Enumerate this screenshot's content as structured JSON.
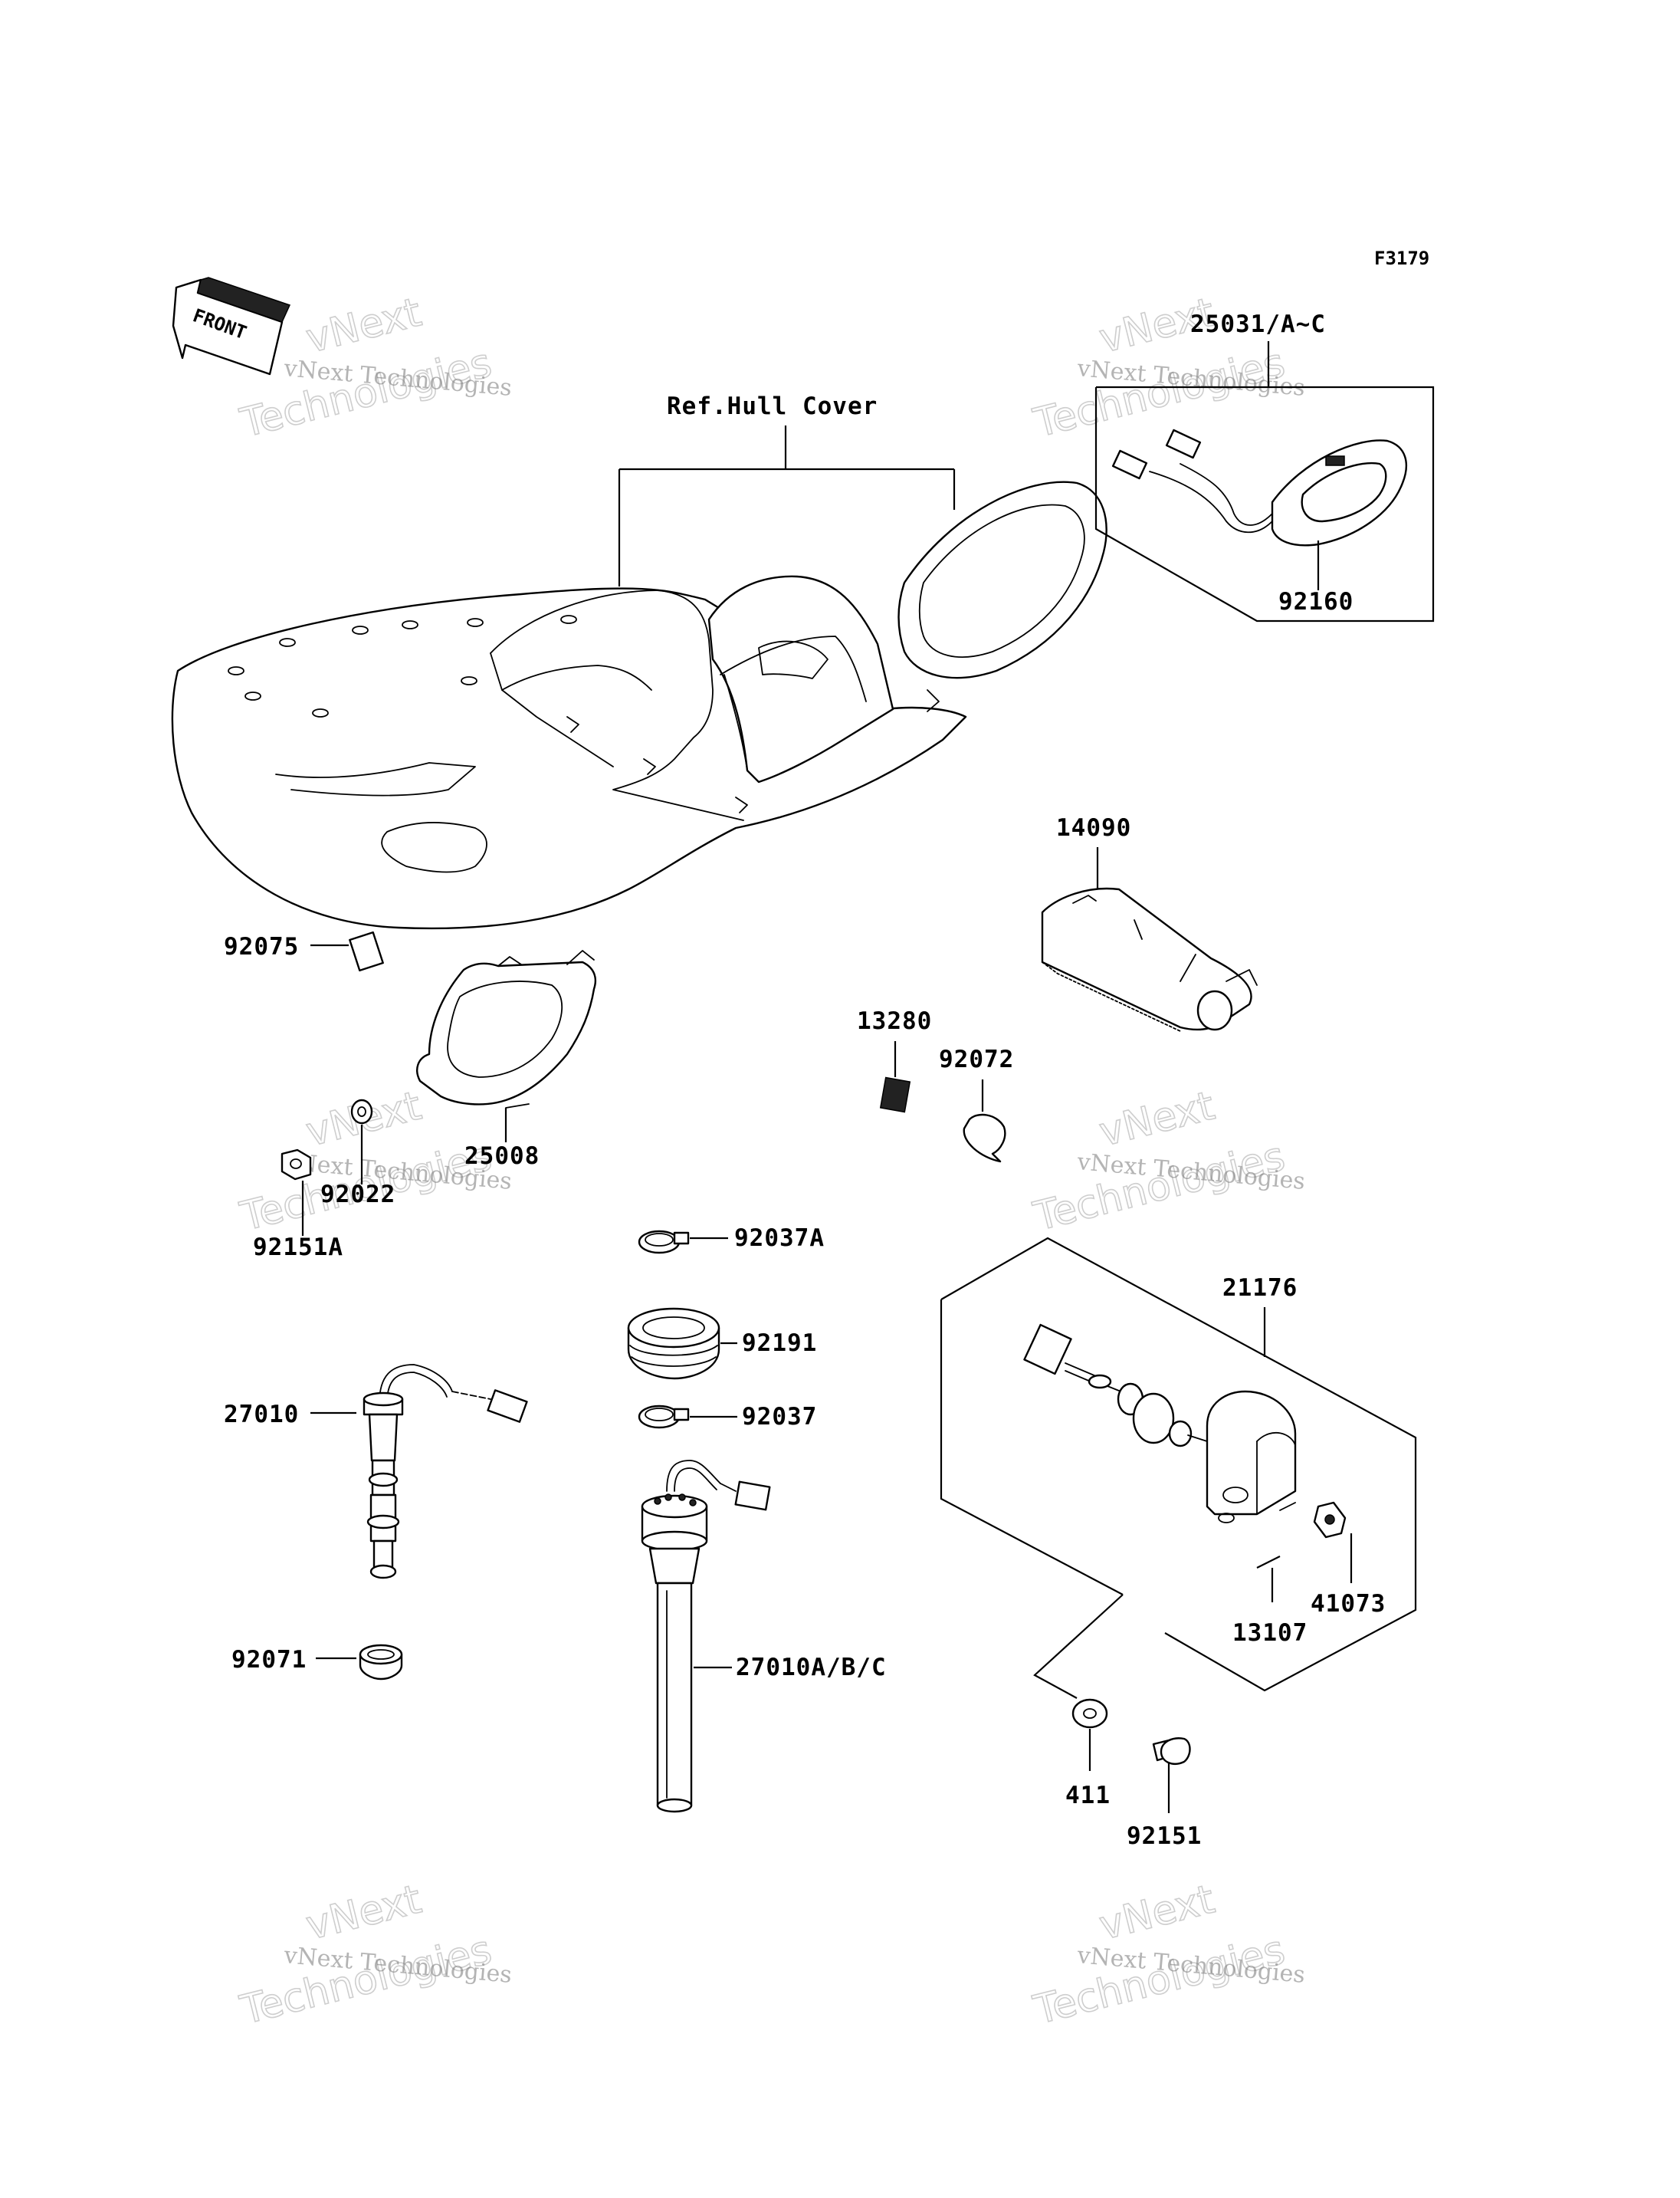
{
  "figure_code": "F3179",
  "front_arrow": "FRONT",
  "ref_note": "Ref.Hull Cover",
  "watermark": {
    "line1": "vNext Technologies",
    "line2": "Technologies",
    "line3": "vNext"
  },
  "callouts": {
    "c25031": "25031/A~C",
    "c92160": "92160",
    "c14090": "14090",
    "c92075": "92075",
    "c25008": "25008",
    "c92022": "92022",
    "c92151A": "92151A",
    "c13280": "13280",
    "c92072": "92072",
    "c92037A": "92037A",
    "c92191": "92191",
    "c92037": "92037",
    "c27010": "27010",
    "c92071": "92071",
    "c27010ABC": "27010A/B/C",
    "c21176": "21176",
    "c13107": "13107",
    "c41073": "41073",
    "c411": "411",
    "c92151": "92151"
  }
}
